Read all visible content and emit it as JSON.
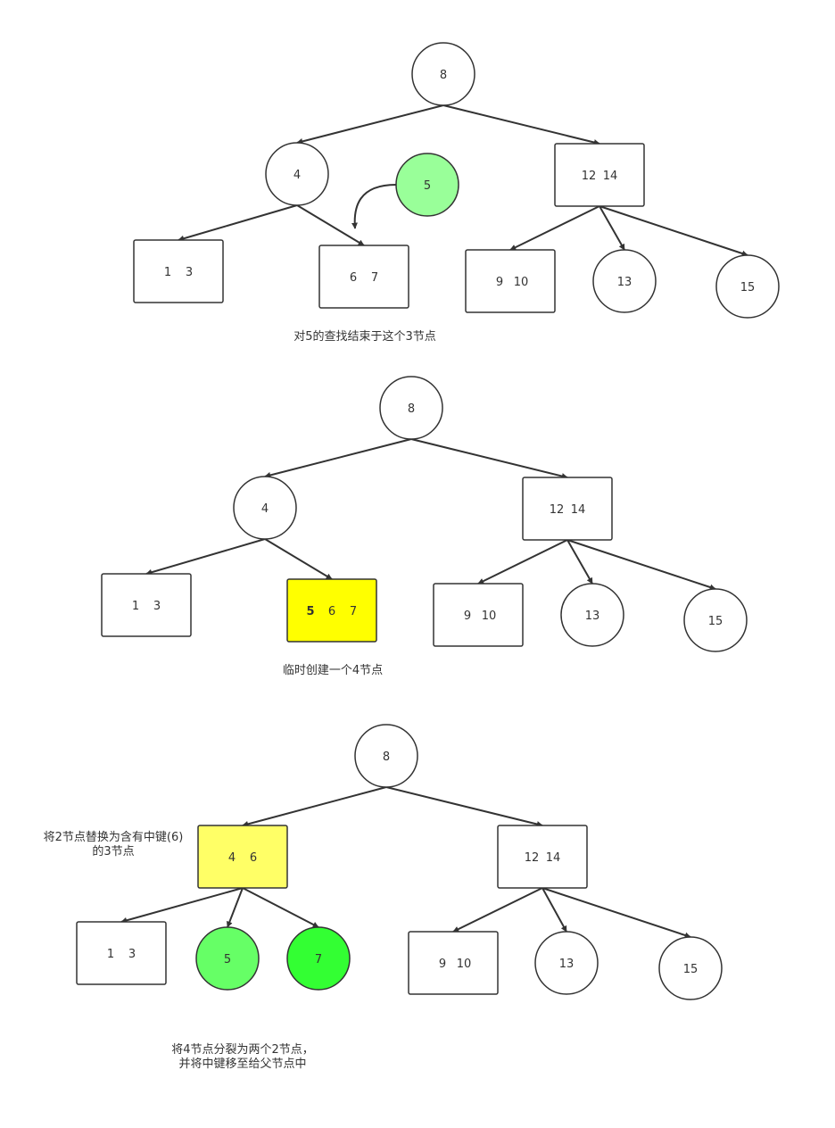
{
  "colors": {
    "stroke": "#333333",
    "default_fill": "#ffffff",
    "highlight_green_light": "#99ff99",
    "highlight_green": "#66ff66",
    "highlight_green_bright": "#33ff33",
    "highlight_yellow": "#ffff00",
    "highlight_yellow_soft": "#ffff66",
    "key_red": "#ff0000"
  },
  "panels": [
    {
      "caption": [
        "对5的查找结束于这个3节点"
      ],
      "nodes": [
        {
          "id": "p1-root",
          "shape": "circle",
          "keys": [
            {
              "text": "8"
            }
          ]
        },
        {
          "id": "p1-left",
          "shape": "circle",
          "keys": [
            {
              "text": "4"
            }
          ]
        },
        {
          "id": "p1-new",
          "shape": "circle",
          "fill": "#99ff99",
          "keys": [
            {
              "text": "5"
            }
          ]
        },
        {
          "id": "p1-right",
          "shape": "rect",
          "keys": [
            {
              "text": "12"
            },
            {
              "text": "14"
            }
          ]
        },
        {
          "id": "p1-ll",
          "shape": "rect",
          "keys": [
            {
              "text": "1"
            },
            {
              "text": "3"
            }
          ]
        },
        {
          "id": "p1-lr",
          "shape": "rect",
          "keys": [
            {
              "text": "6"
            },
            {
              "text": "7"
            }
          ]
        },
        {
          "id": "p1-rl",
          "shape": "rect",
          "keys": [
            {
              "text": "9"
            },
            {
              "text": "10"
            }
          ]
        },
        {
          "id": "p1-rm",
          "shape": "circle",
          "keys": [
            {
              "text": "13"
            }
          ]
        },
        {
          "id": "p1-rr",
          "shape": "circle",
          "keys": [
            {
              "text": "15"
            }
          ]
        }
      ]
    },
    {
      "caption": [
        "临时创建一个4节点"
      ],
      "nodes": [
        {
          "id": "p2-root",
          "shape": "circle",
          "keys": [
            {
              "text": "8"
            }
          ]
        },
        {
          "id": "p2-left",
          "shape": "circle",
          "keys": [
            {
              "text": "4"
            }
          ]
        },
        {
          "id": "p2-right",
          "shape": "rect",
          "keys": [
            {
              "text": "12"
            },
            {
              "text": "14"
            }
          ]
        },
        {
          "id": "p2-ll",
          "shape": "rect",
          "keys": [
            {
              "text": "1"
            },
            {
              "text": "3"
            }
          ]
        },
        {
          "id": "p2-lr",
          "shape": "rect",
          "fill": "#ffff00",
          "keys": [
            {
              "text": "5",
              "color": "#ff0000",
              "bold": true
            },
            {
              "text": "6"
            },
            {
              "text": "7"
            }
          ]
        },
        {
          "id": "p2-rl",
          "shape": "rect",
          "keys": [
            {
              "text": "9"
            },
            {
              "text": "10"
            }
          ]
        },
        {
          "id": "p2-rm",
          "shape": "circle",
          "keys": [
            {
              "text": "13"
            }
          ]
        },
        {
          "id": "p2-rr",
          "shape": "circle",
          "keys": [
            {
              "text": "15"
            }
          ]
        }
      ]
    },
    {
      "caption": [
        "将4节点分裂为两个2节点，",
        "并将中键移至给父节点中"
      ],
      "side_note": [
        "将2节点替换为含有中键(6)",
        "的3节点"
      ],
      "nodes": [
        {
          "id": "p3-root",
          "shape": "circle",
          "keys": [
            {
              "text": "8"
            }
          ]
        },
        {
          "id": "p3-left",
          "shape": "rect",
          "fill": "#ffff66",
          "keys": [
            {
              "text": "4"
            },
            {
              "text": "6",
              "color": "#ff0000"
            }
          ]
        },
        {
          "id": "p3-right",
          "shape": "rect",
          "keys": [
            {
              "text": "12"
            },
            {
              "text": "14"
            }
          ]
        },
        {
          "id": "p3-ll",
          "shape": "rect",
          "keys": [
            {
              "text": "1"
            },
            {
              "text": "3"
            }
          ]
        },
        {
          "id": "p3-lm",
          "shape": "circle",
          "fill": "#66ff66",
          "keys": [
            {
              "text": "5"
            }
          ]
        },
        {
          "id": "p3-lr",
          "shape": "circle",
          "fill": "#33ff33",
          "keys": [
            {
              "text": "7"
            }
          ]
        },
        {
          "id": "p3-rl",
          "shape": "rect",
          "keys": [
            {
              "text": "9"
            },
            {
              "text": "10"
            }
          ]
        },
        {
          "id": "p3-rm",
          "shape": "circle",
          "keys": [
            {
              "text": "13"
            }
          ]
        },
        {
          "id": "p3-rr",
          "shape": "circle",
          "keys": [
            {
              "text": "15"
            }
          ]
        }
      ]
    }
  ]
}
